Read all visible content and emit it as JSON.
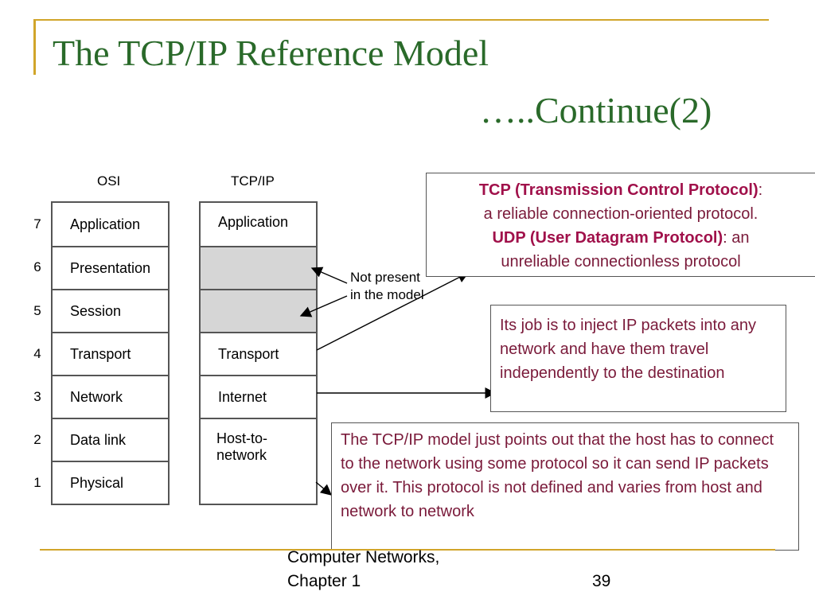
{
  "slide": {
    "title": "The TCP/IP Reference Model",
    "subtitle": "…..Continue(2)"
  },
  "diagram": {
    "osi_header": "OSI",
    "tcpip_header": "TCP/IP",
    "layer_numbers": [
      "7",
      "6",
      "5",
      "4",
      "3",
      "2",
      "1"
    ],
    "osi_layers": [
      "Application",
      "Presentation",
      "Session",
      "Transport",
      "Network",
      "Data link",
      "Physical"
    ],
    "tcpip_layers": {
      "application": "Application",
      "transport": "Transport",
      "internet": "Internet",
      "host_to_network": "Host-to-network"
    },
    "not_present_note_line1": "Not present",
    "not_present_note_line2": "in the model"
  },
  "callouts": {
    "tcp_box": {
      "tcp_term": "TCP (Transmission Control Protocol)",
      "tcp_colon": ":",
      "tcp_desc": "a reliable connection-oriented protocol.",
      "udp_term": "UDP (User Datagram Protocol)",
      "udp_colon": ":",
      "udp_desc_a": " an",
      "udp_desc_b": "unreliable connectionless protocol"
    },
    "internet_box": "Its job is to inject IP packets into any network and have them travel independently to the destination",
    "host_box": "The TCP/IP model just points out that the host has to connect to the network using some protocol so it can send IP packets over it. This protocol is not defined and varies from host and network to network"
  },
  "footer": {
    "line1": "Computer Networks,",
    "line2": "Chapter 1",
    "page_number": "39"
  },
  "colors": {
    "title": "#2a6a2a",
    "gold_rule": "#d1a52a",
    "callout_text": "#7a1a3a",
    "callout_term": "#a0104a",
    "unused_layer_fill": "#d6d6d6"
  }
}
